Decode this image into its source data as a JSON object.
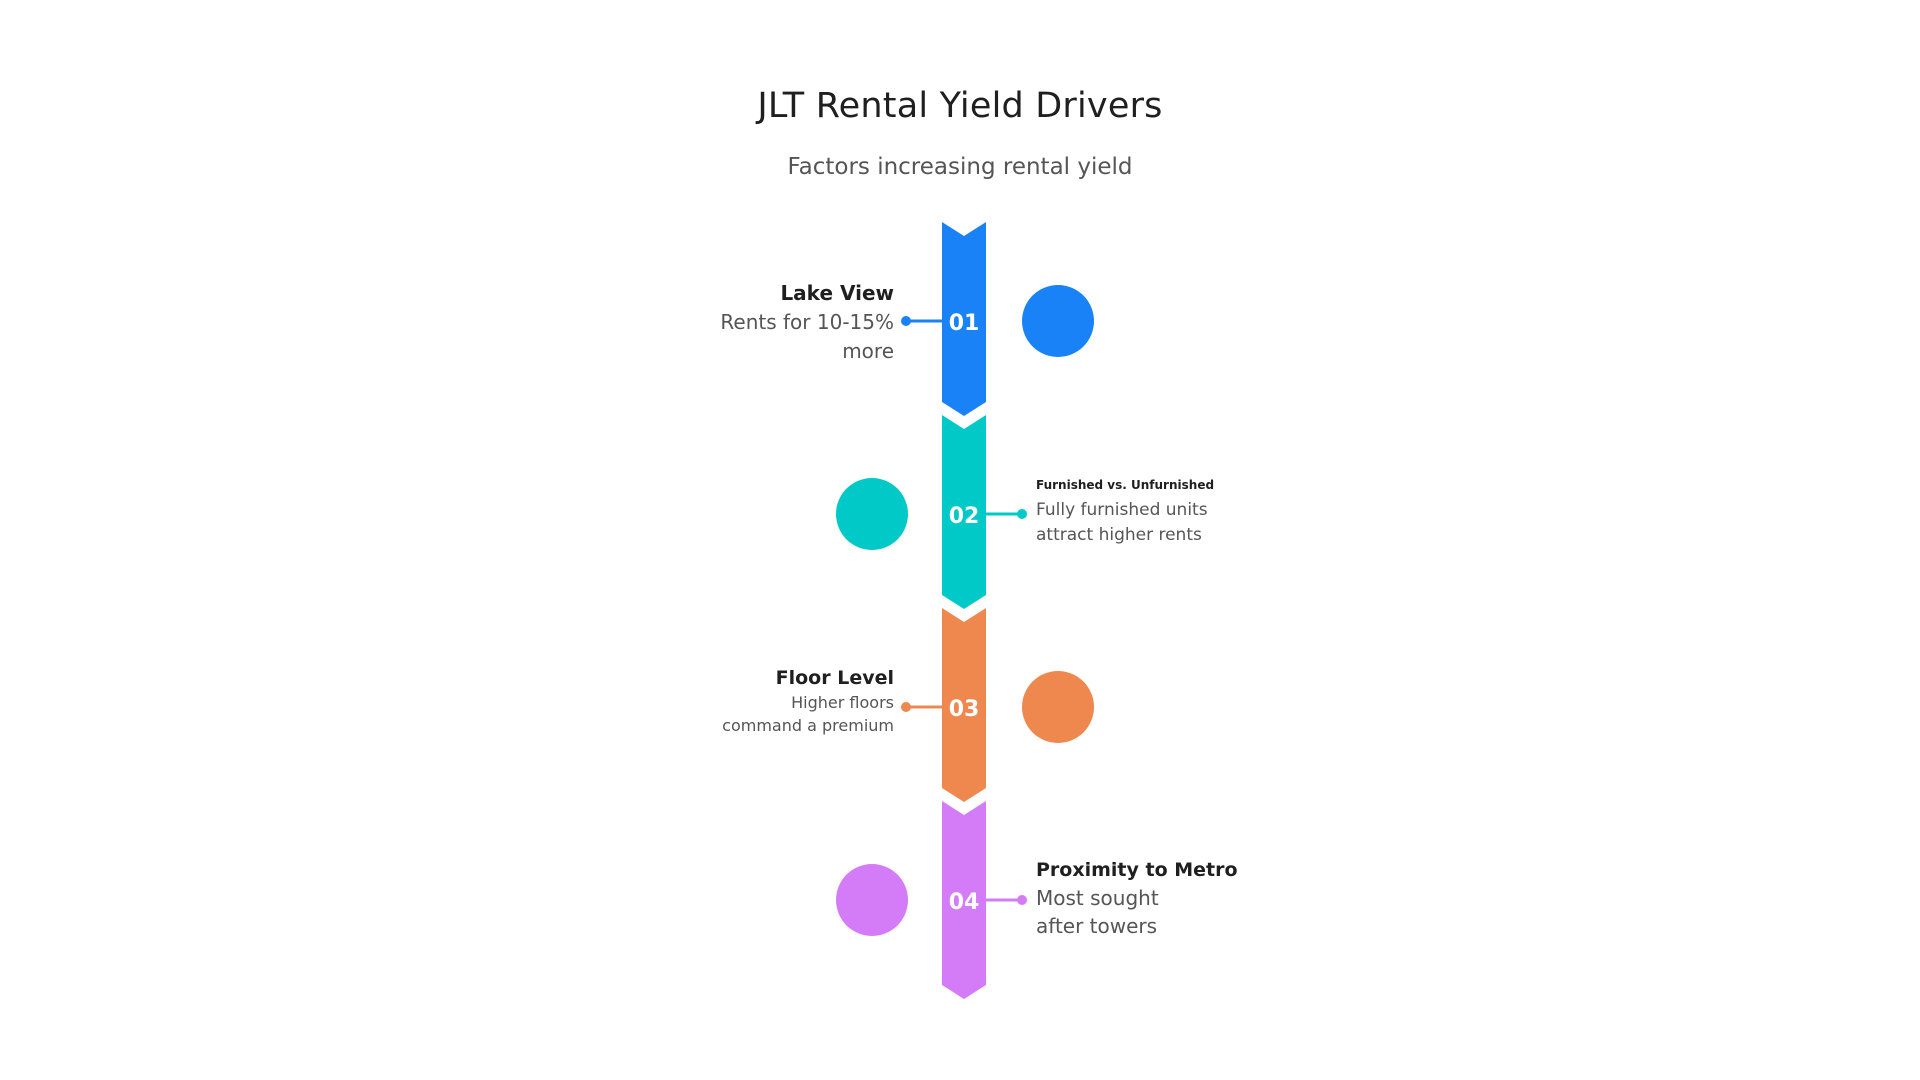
{
  "title": "JLT Rental Yield Drivers",
  "subtitle": "Factors increasing rental yield",
  "steps": [
    {
      "number": "01",
      "title": "Lake View",
      "desc_line1": "Rents for 10-15%",
      "desc_line2": "more",
      "color": "#1a82f7",
      "side": "left"
    },
    {
      "number": "02",
      "title": "Furnished vs. Unfurnished",
      "desc_line1": "Fully furnished units",
      "desc_line2": "attract higher rents",
      "color": "#00c9c7",
      "side": "right"
    },
    {
      "number": "03",
      "title": "Floor Level",
      "desc_line1": "Higher floors",
      "desc_line2": "command a premium",
      "color": "#ee884e",
      "side": "left"
    },
    {
      "number": "04",
      "title": "Proximity to Metro",
      "desc_line1": "Most sought",
      "desc_line2": "after towers",
      "color": "#d47cf7",
      "side": "right"
    }
  ]
}
